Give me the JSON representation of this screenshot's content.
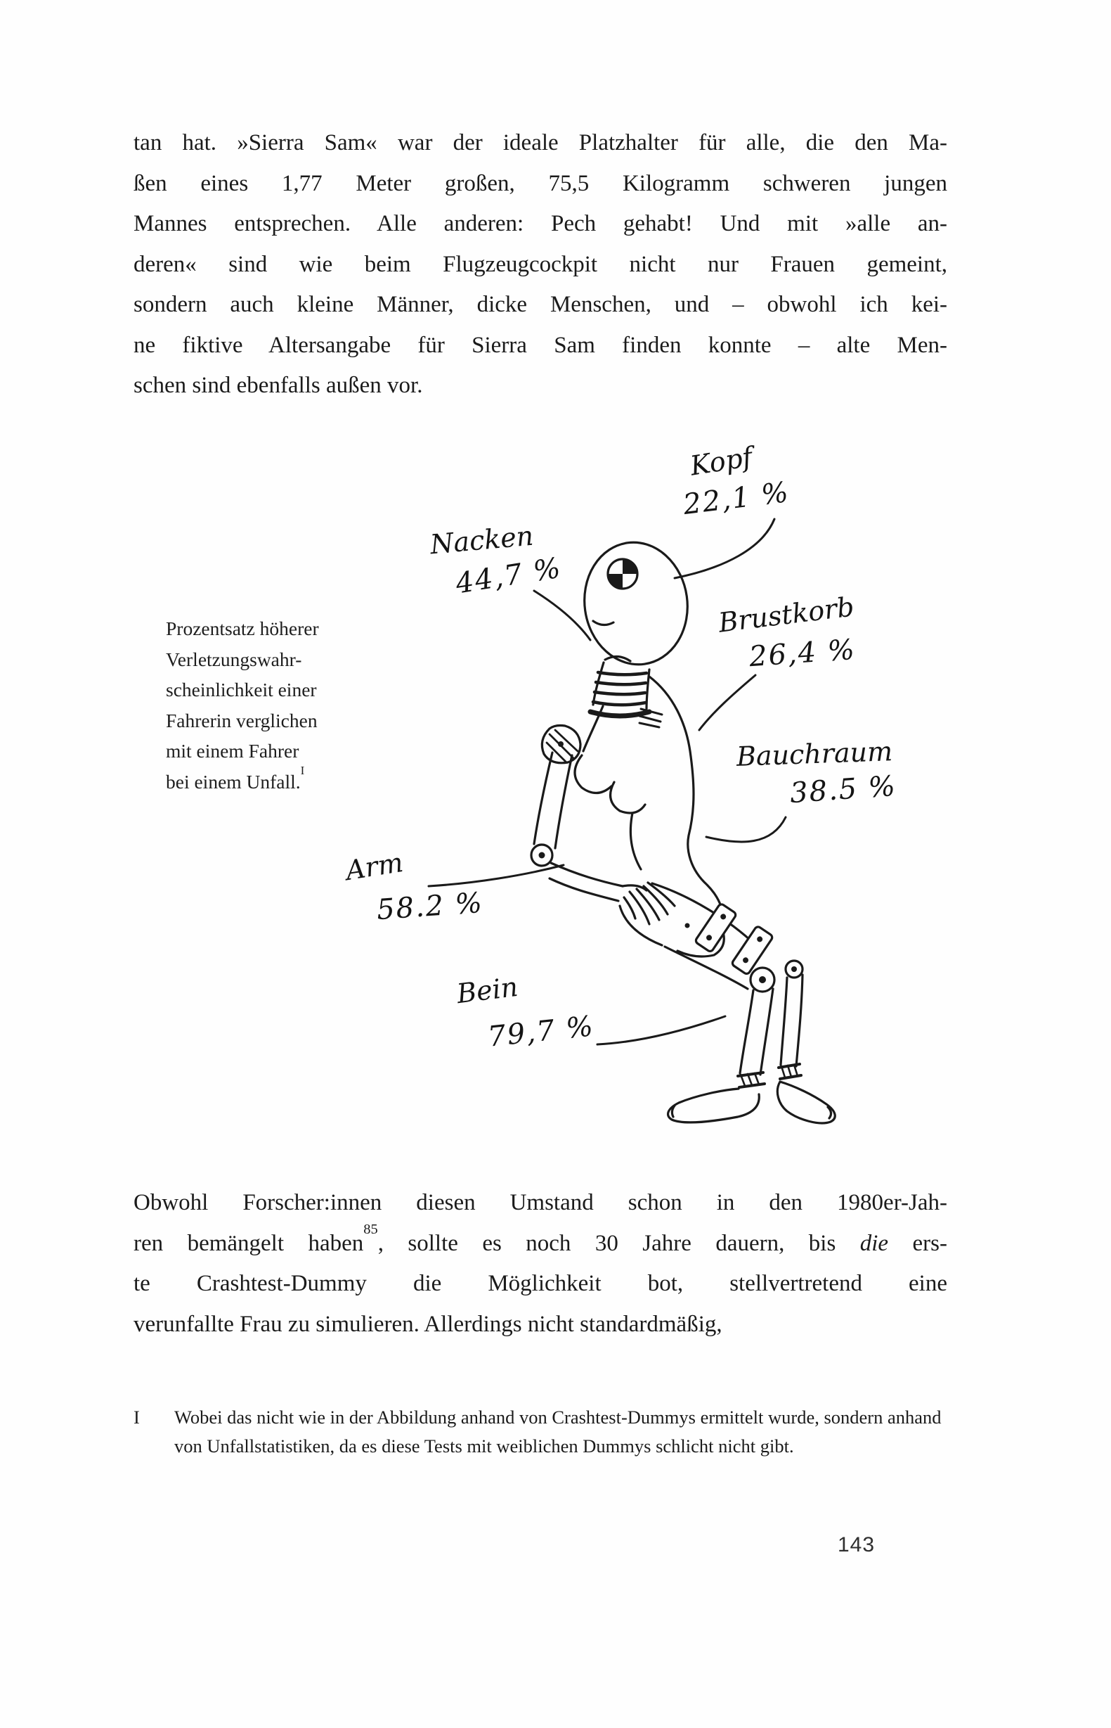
{
  "page_number": "143",
  "paragraph1": {
    "lines": [
      "tan hat. »Sierra Sam« war der ideale Platzhalter für alle, die den Ma-",
      "ßen eines 1,77 Meter großen, 75,5 Kilogramm schweren jungen",
      "Mannes entsprechen. Alle anderen: Pech gehabt! Und mit »alle an-",
      "deren« sind wie beim Flugzeugcockpit nicht nur Frauen gemeint,",
      "sondern auch kleine Männer, dicke Menschen, und – obwohl ich kei-",
      "ne fiktive Altersangabe für Sierra Sam finden konnte – alte Men-",
      "schen sind ebenfalls außen vor."
    ]
  },
  "figure": {
    "caption": {
      "lines": [
        "Prozentsatz höherer",
        "Verletzungswahr-",
        "scheinlichkeit einer",
        "Fahrerin verglichen",
        "mit einem Fahrer",
        "bei einem Unfall."
      ],
      "footnote_marker": "I"
    },
    "annotations": {
      "kopf": {
        "label": "Kopf",
        "value": "22,1 %"
      },
      "nacken": {
        "label": "Nacken",
        "value": "44,7 %"
      },
      "brustkorb": {
        "label": "Brustkorb",
        "value": "26,4 %"
      },
      "bauchraum": {
        "label": "Bauchraum",
        "value": "38.5 %"
      },
      "arm": {
        "label": "Arm",
        "value": "58.2 %"
      },
      "bein": {
        "label": "Bein",
        "value": "79,7 %"
      }
    }
  },
  "paragraph2": {
    "line1": "Obwohl Forscher:innen diesen Umstand schon in den 1980er-Jah-",
    "line2_a": "ren bemängelt haben",
    "line2_sup": "85",
    "line2_b": ", sollte es noch 30 Jahre dauern, bis ",
    "line2_em": "die",
    "line2_c": " ers-",
    "line3": "te Crashtest-Dummy die Möglichkeit bot, stellvertretend eine",
    "line4": "verunfallte Frau zu simulieren. Allerdings nicht standardmäßig,"
  },
  "footnote": {
    "marker": "I",
    "text": "Wobei das nicht wie in der Abbildung anhand von Crashtest-Dummys ermittelt wurde, sondern anhand von Unfallstatistiken, da es diese Tests mit weiblichen Dummys schlicht nicht gibt."
  }
}
